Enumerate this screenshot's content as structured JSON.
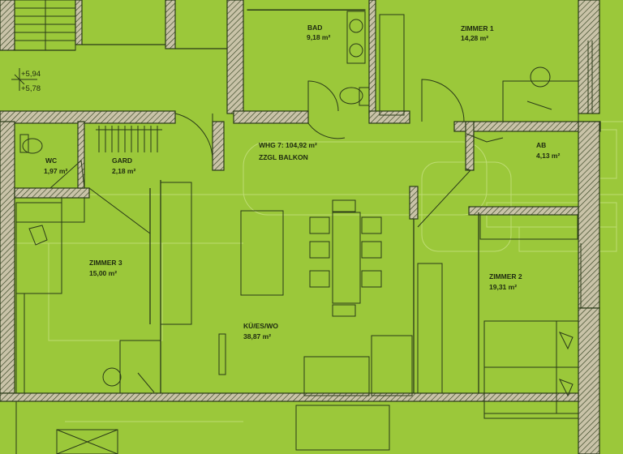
{
  "colors": {
    "background": "#9bc83a",
    "line": "#2a3a18",
    "wall_fill": "#c9c3a8",
    "ghost": "#c2df7a"
  },
  "level_marks": {
    "upper": "+5,94",
    "lower": "+5,78"
  },
  "rooms": {
    "bad": {
      "name": "BAD",
      "area": "9,18 m²"
    },
    "zimmer1": {
      "name": "ZIMMER 1",
      "area": "14,28 m²"
    },
    "wc": {
      "name": "WC",
      "area": "1,97 m²"
    },
    "gard": {
      "name": "GARD",
      "area": "2,18 m²"
    },
    "ab": {
      "name": "AB",
      "area": "4,13 m²"
    },
    "zimmer3": {
      "name": "ZIMMER 3",
      "area": "15,00 m²"
    },
    "zimmer2": {
      "name": "ZIMMER 2",
      "area": "19,31 m²"
    },
    "kueche": {
      "name": "KÜ/ES/WO",
      "area": "38,87 m²"
    }
  },
  "apartment": {
    "name": "WHG 7: 104,92 m²",
    "extra": "ZZGL BALKON"
  }
}
